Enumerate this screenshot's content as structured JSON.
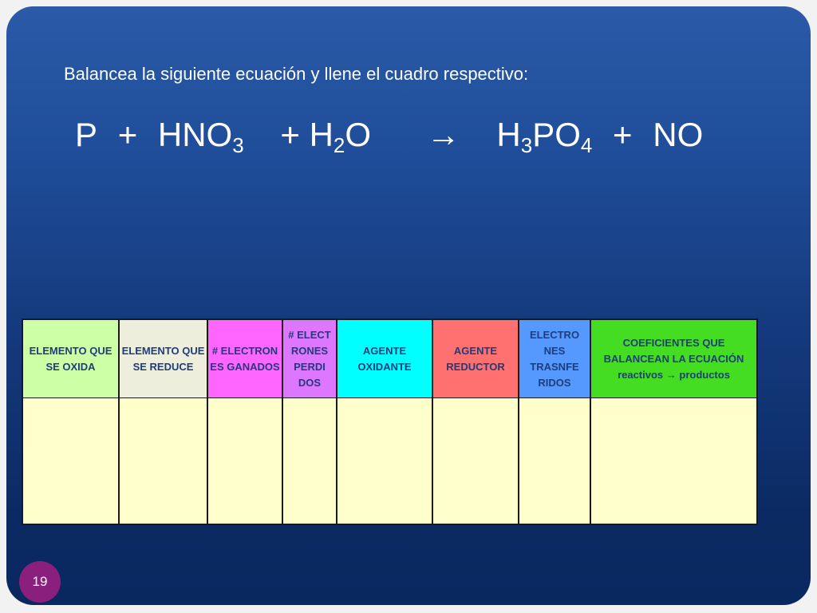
{
  "instruction": "Balancea la siguiente ecuación y llene el cuadro respectivo:",
  "equation": {
    "p": "P",
    "plus1": "+",
    "hno3_base": "HNO",
    "hno3_sub": "3",
    "plus2": "+ H",
    "h2o_sub": "2",
    "h2o_tail": "O",
    "arrow": "→",
    "h3po4_h": "H",
    "h3po4_sub1": "3",
    "h3po4_mid": "PO",
    "h3po4_sub2": "4",
    "plus3": "+",
    "no": "NO"
  },
  "table": {
    "headers": [
      {
        "label": "ELEMENTO QUE SE OXIDA",
        "color": "#ccffa6"
      },
      {
        "label": "ELEMENTO QUE SE REDUCE",
        "color": "#eeeedd"
      },
      {
        "label": "# ELECTRON ES GANADOS",
        "color": "#ff66ff"
      },
      {
        "label": "# ELECT RONES PERDI DOS",
        "color": "#dd77ff"
      },
      {
        "label": "AGENTE OXIDANTE",
        "color": "#00ffff"
      },
      {
        "label": "AGENTE REDUCTOR",
        "color": "#ff7070"
      },
      {
        "label": "ELECTRO NES TRASNFE RIDOS",
        "color": "#5599ff"
      },
      {
        "label_line1": "COEFICIENTES QUE BALANCEAN LA ECUACIÓN",
        "label_line2": "reactivos → productos",
        "color": "#44dd22"
      }
    ],
    "body_color": "#ffffcc"
  },
  "page_number": "19",
  "colors": {
    "background_top": "#2a5aa8",
    "background_bottom": "#0a2860",
    "page_badge": "#8b1f7e"
  }
}
